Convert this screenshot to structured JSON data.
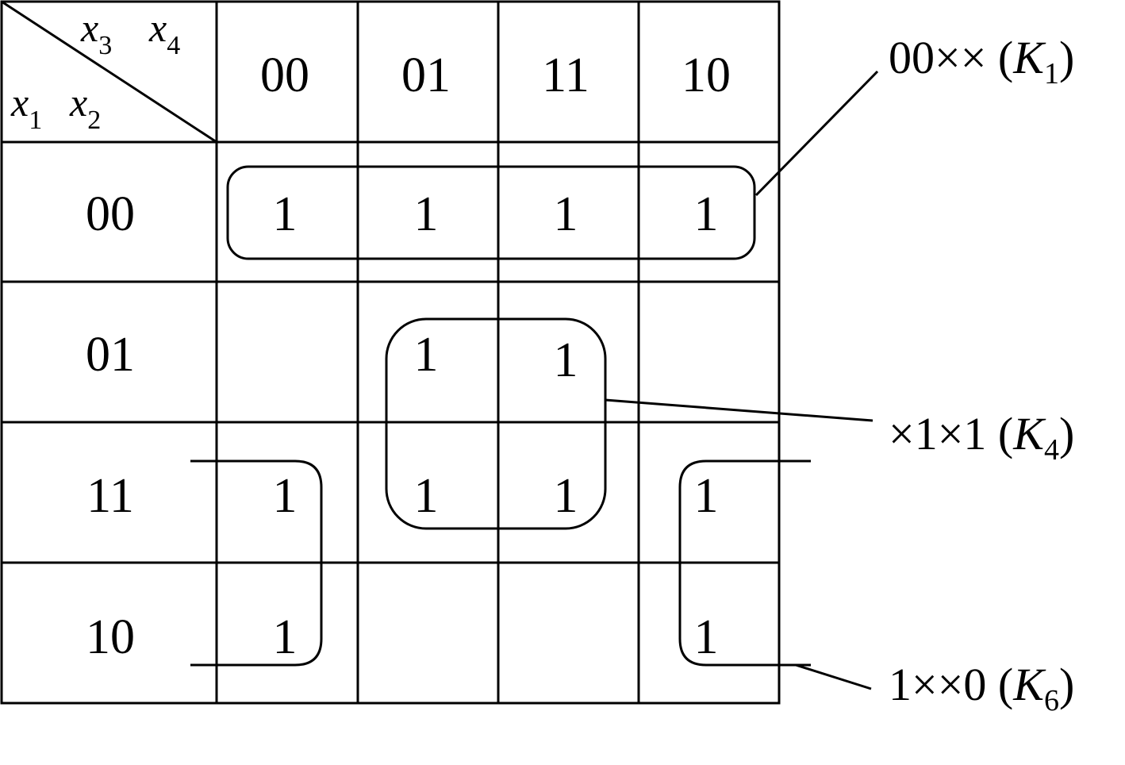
{
  "header": {
    "col_var_a": "x",
    "col_var_a_sub": "3",
    "col_var_b": "x",
    "col_var_b_sub": "4",
    "row_var_a": "x",
    "row_var_a_sub": "1",
    "row_var_b": "x",
    "row_var_b_sub": "2"
  },
  "columns": [
    "00",
    "01",
    "11",
    "10"
  ],
  "rows": [
    "00",
    "01",
    "11",
    "10"
  ],
  "cells": [
    [
      "1",
      "1",
      "1",
      "1"
    ],
    [
      "",
      "1",
      "1",
      ""
    ],
    [
      "1",
      "1",
      "1",
      "1"
    ],
    [
      "1",
      "",
      "",
      "1"
    ]
  ],
  "groups": [
    {
      "pattern": "00××",
      "k": "K",
      "k_sub": "1"
    },
    {
      "pattern": "×1×1",
      "k": "K",
      "k_sub": "4"
    },
    {
      "pattern": "1××0",
      "k": "K",
      "k_sub": "6"
    }
  ]
}
